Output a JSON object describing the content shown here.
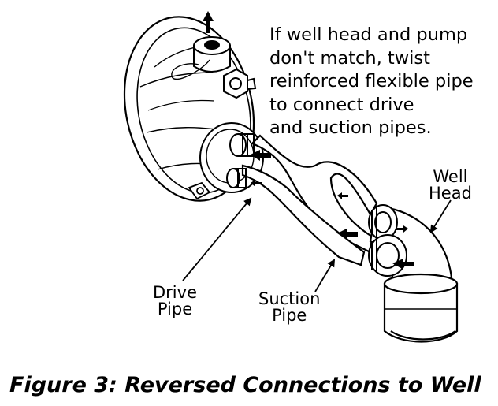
{
  "note_lines": [
    "If well head and pump",
    "don't match, twist",
    "reinforced flexible pipe",
    "to connect drive",
    "and suction pipes."
  ],
  "labels": {
    "well_head": [
      "Well",
      "Head"
    ],
    "drive_pipe": [
      "Drive",
      "Pipe"
    ],
    "suction_pipe": [
      "Suction",
      "Pipe"
    ]
  },
  "caption": "Figure 3: Reversed Connections to Well",
  "icons": {
    "flow_arrow": "flow-arrow-icon",
    "vertical_outlet_arrow": "up-arrow-icon"
  }
}
